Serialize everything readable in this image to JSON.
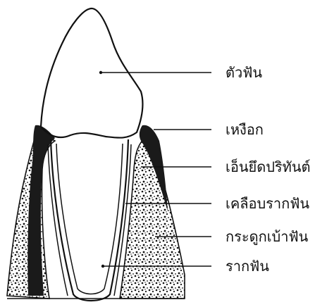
{
  "labels": {
    "crown": "ตัวฟัน",
    "gingiva": "เหงือก",
    "periodontal_ligament": "เอ็นยึดปริทันต์",
    "cementum": "เคลือบรากฟัน",
    "alveolar_bone": "กระดูกเบ้าฟัน",
    "root": "รากฟัน"
  }
}
